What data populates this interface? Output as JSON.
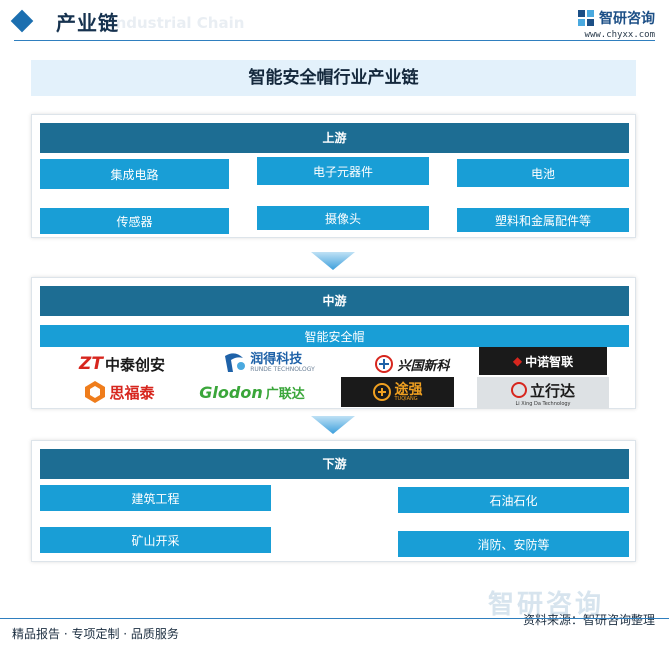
{
  "header": {
    "title": "产业链",
    "ghost_text": "Industrial Chain"
  },
  "brand": {
    "name": "智研咨询",
    "url": "www.chyxx.com"
  },
  "main_title": "智能安全帽行业产业链",
  "upstream": {
    "label": "上游",
    "items": [
      "集成电路",
      "电子元器件",
      "电池",
      "传感器",
      "摄像头",
      "塑料和金属配件等"
    ]
  },
  "midstream": {
    "label": "中游",
    "product": "智能安全帽",
    "companies": [
      {
        "mark": "ZT",
        "name": "中泰创安"
      },
      {
        "name": "润得科技",
        "sub": "RUNDE TECHNOLOGY"
      },
      {
        "name": "兴国新科"
      },
      {
        "name": "中诺智联"
      },
      {
        "name": "思福泰"
      },
      {
        "mark": "Glodon",
        "name": "广联达"
      },
      {
        "name": "途强",
        "sub": "TUQIANG"
      },
      {
        "name": "立行达",
        "sub": "Li Xing Da Technology"
      }
    ]
  },
  "downstream": {
    "label": "下游",
    "items": [
      "建筑工程",
      "石油石化",
      "矿山开采",
      "消防、安防等"
    ]
  },
  "footer": {
    "left": "精品报告 · 专项定制 · 品质服务",
    "source": "资料来源：智研咨询整理",
    "watermark": "智研咨询"
  },
  "colors": {
    "bar": "#1d6d93",
    "box": "#199ed6",
    "title_bg": "#e3f1fb",
    "arrow": "#4aa9df"
  }
}
